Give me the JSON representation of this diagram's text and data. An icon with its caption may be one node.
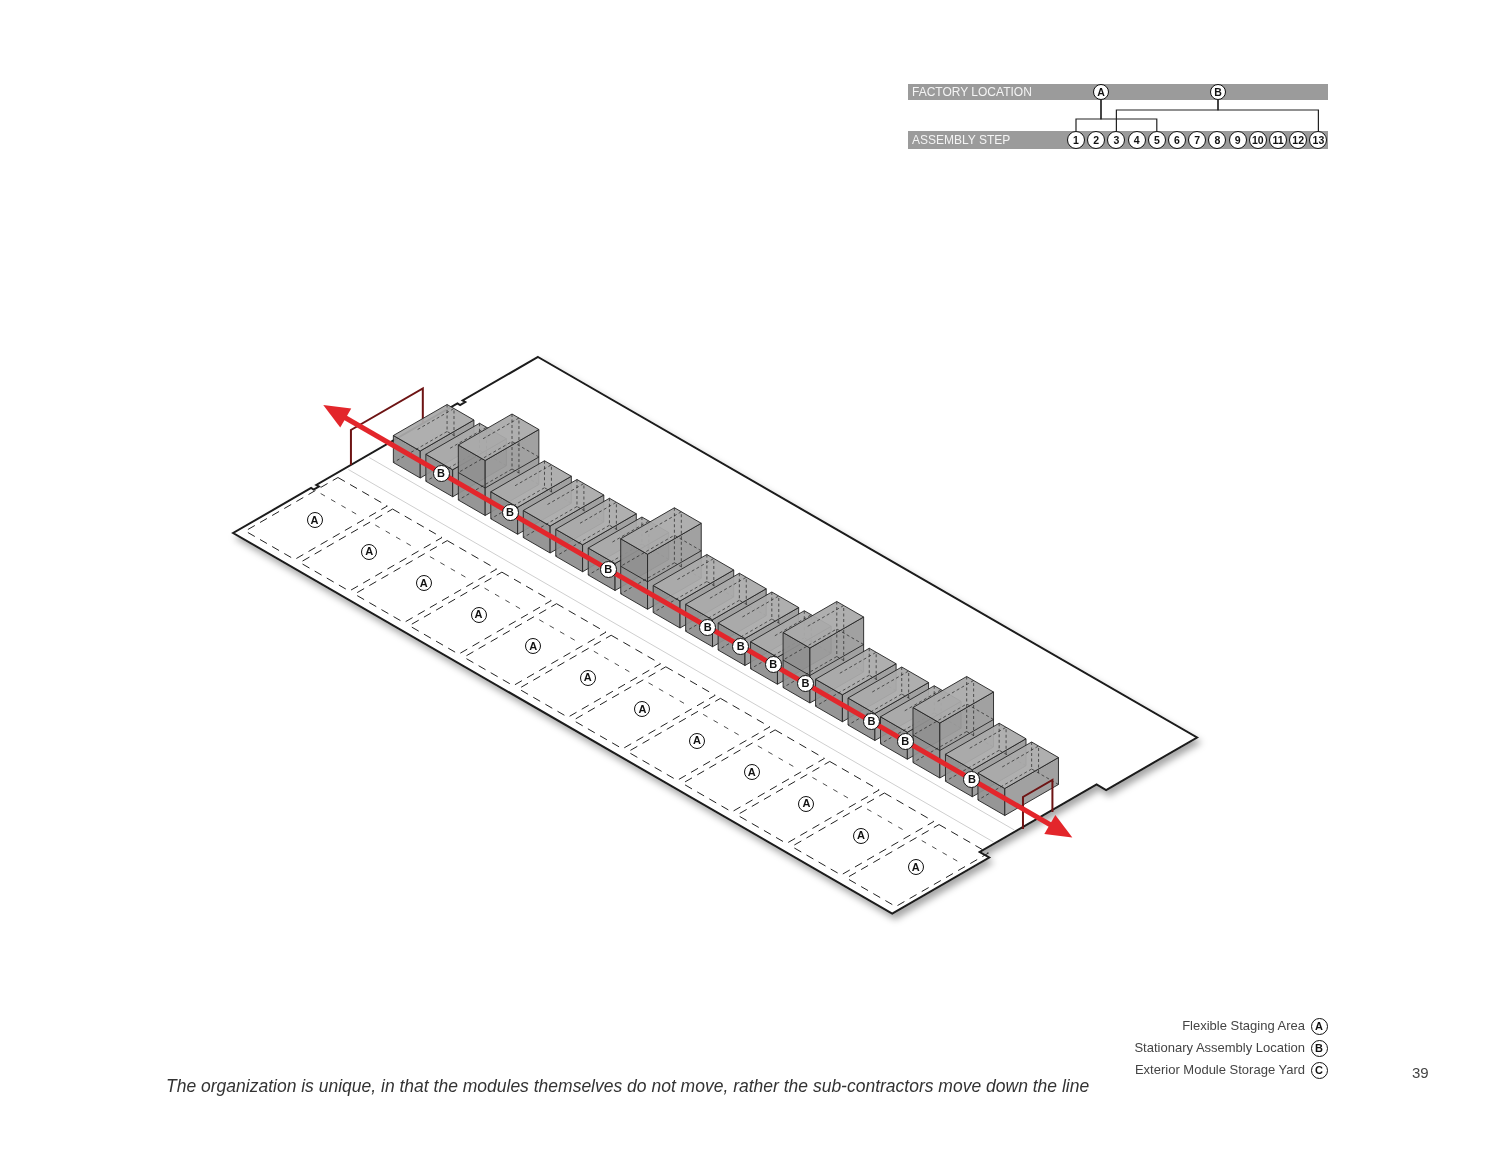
{
  "diagram": {
    "caption": "The organization is unique, in that the modules themselves do not move, rather the sub-contractors move down the line",
    "nodes": [
      {
        "text": [
          "FACTORY LOCATION"
        ]
      },
      {
        "text": [
          "A"
        ],
        "in": 0
      },
      {
        "text": [
          "B"
        ],
        "in": 0
      },
      {
        "text": [
          "ASSEMBLY STEP"
        ]
      },
      {
        "text": [
          "1"
        ],
        "in": 3
      },
      {
        "text": [
          "2"
        ],
        "in": 3
      },
      {
        "text": [
          "3"
        ],
        "in": 3
      },
      {
        "text": [
          "4"
        ],
        "in": 3
      },
      {
        "text": [
          "5"
        ],
        "in": 3
      },
      {
        "text": [
          "6"
        ],
        "in": 3
      },
      {
        "text": [
          "7"
        ],
        "in": 3
      },
      {
        "text": [
          "8"
        ],
        "in": 3
      },
      {
        "text": [
          "9"
        ],
        "in": 3
      },
      {
        "text": [
          "10"
        ],
        "in": 3
      },
      {
        "text": [
          "11"
        ],
        "in": 3
      },
      {
        "text": [
          "12"
        ],
        "in": 3
      },
      {
        "text": [
          "13"
        ],
        "in": 3
      },
      {
        "text": [
          "B"
        ]
      },
      {
        "text": [
          "B"
        ]
      },
      {
        "text": [
          "A"
        ]
      },
      {
        "text": [
          "A"
        ]
      },
      {
        "text": [
          "B"
        ]
      },
      {
        "text": [
          "A"
        ]
      },
      {
        "text": [
          "A"
        ]
      },
      {
        "text": [
          "B"
        ]
      },
      {
        "text": [
          "A"
        ]
      },
      {
        "text": [
          "B"
        ]
      },
      {
        "text": [
          "B"
        ]
      },
      {
        "text": [
          "A"
        ]
      },
      {
        "text": [
          "B"
        ]
      },
      {
        "text": [
          "A"
        ]
      },
      {
        "text": [
          "B"
        ]
      },
      {
        "text": [
          "A"
        ]
      },
      {
        "text": [
          "B"
        ]
      },
      {
        "text": [
          "A"
        ]
      },
      {
        "text": [
          "B"
        ]
      },
      {
        "text": [
          "A"
        ]
      },
      {
        "text": [
          "A"
        ]
      },
      {
        "text": [
          "A"
        ]
      },
      {
        "text": [
          "A"
        ]
      },
      {
        "text": [
          "B"
        ]
      },
      {
        "text": [
          "C"
        ]
      }
    ],
    "edges": [
      {
        "from": 1,
        "to": 4,
        "arrow": "none"
      },
      {
        "from": 1,
        "to": 8,
        "arrow": "none"
      },
      {
        "from": 2,
        "to": 6,
        "arrow": "none"
      },
      {
        "from": 2,
        "to": 16,
        "arrow": "none"
      }
    ],
    "labels": [
      "39"
    ],
    "legend": [
      {
        "text": "Flexible Staging Area"
      },
      {
        "text": "Stationary Assembly Location"
      },
      {
        "text": "Exterior Module Storage Yard"
      }
    ]
  }
}
